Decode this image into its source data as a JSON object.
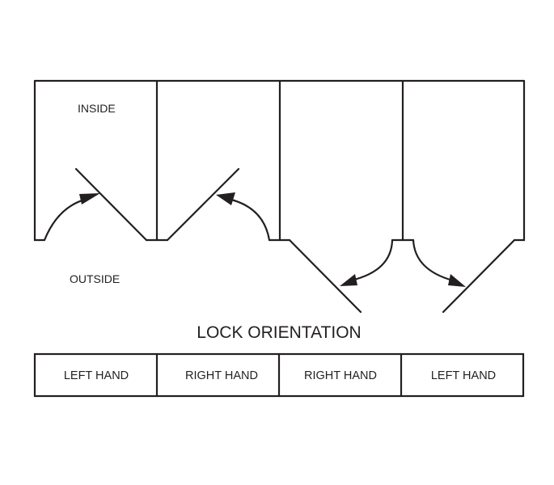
{
  "labels": {
    "inside": "INSIDE",
    "outside": "OUTSIDE",
    "title": "LOCK ORIENTATION"
  },
  "orientations": [
    "LEFT HAND",
    "RIGHT HAND",
    "RIGHT HAND",
    "LEFT HAND"
  ],
  "colors": {
    "line": "#231f20",
    "background": "#ffffff"
  }
}
